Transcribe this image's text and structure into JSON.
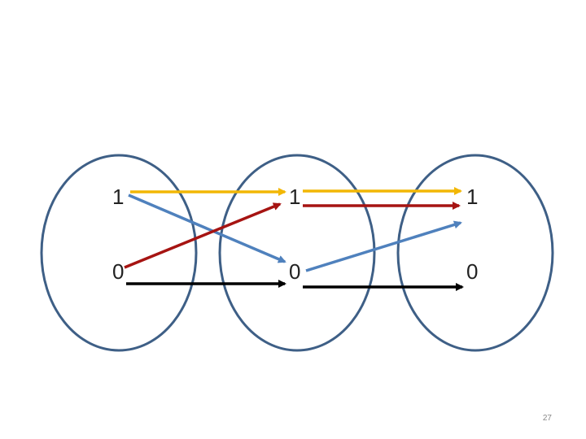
{
  "colors": {
    "ellipse_stroke": "#3E5F86",
    "yellow": "#F2B705",
    "red": "#A61412",
    "blue": "#4F81BD",
    "black": "#000000"
  },
  "groups": [
    {
      "one": "1",
      "zero": "0"
    },
    {
      "one": "1",
      "zero": "0"
    },
    {
      "one": "1",
      "zero": "0"
    }
  ],
  "edges": [
    {
      "color_key": "yellow",
      "from": "group1-one",
      "to": "group2-one"
    },
    {
      "color_key": "blue",
      "from": "group1-one",
      "to": "group2-zero"
    },
    {
      "color_key": "red",
      "from": "group1-zero",
      "to": "group2-one"
    },
    {
      "color_key": "black",
      "from": "group1-zero",
      "to": "group2-zero"
    },
    {
      "color_key": "yellow",
      "from": "group2-one",
      "to": "group3-one"
    },
    {
      "color_key": "red",
      "from": "group2-one",
      "to": "group3-one"
    },
    {
      "color_key": "blue",
      "from": "group2-zero",
      "to": "group3-one"
    },
    {
      "color_key": "black",
      "from": "group2-zero",
      "to": "group3-zero"
    }
  ],
  "page_number": "27"
}
